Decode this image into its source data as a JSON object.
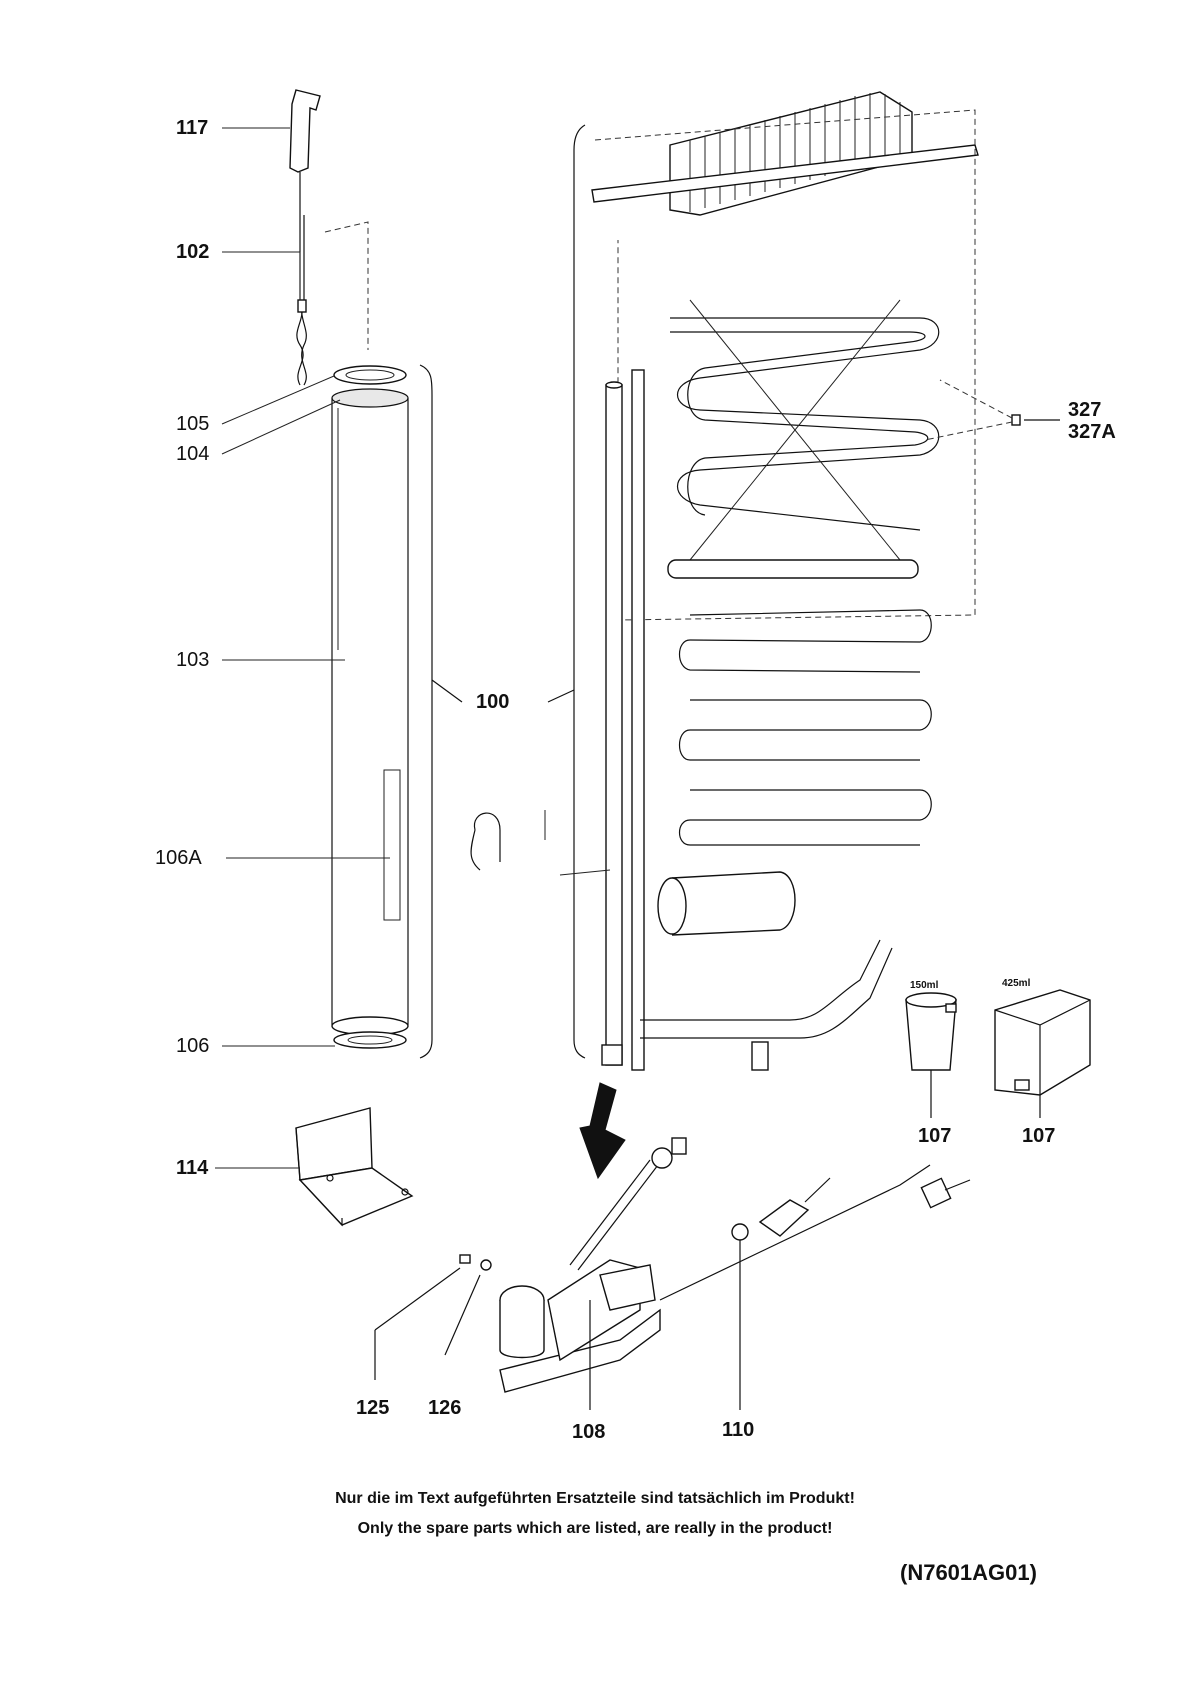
{
  "labels": {
    "p117": "117",
    "p102": "102",
    "p105": "105",
    "p104": "104",
    "p103": "103",
    "p100": "100",
    "p106A": "106A",
    "p106": "106",
    "p114": "114",
    "p327": "327",
    "p327A": "327A",
    "p107a": "107",
    "p107b": "107",
    "p125": "125",
    "p126": "126",
    "p108": "108",
    "p110": "110"
  },
  "captions": {
    "small_container": "150ml",
    "large_container": "425ml"
  },
  "notes": {
    "german": "Nur die im Text aufgeführten Ersatzteile sind tatsächlich im Produkt!",
    "english": "Only the spare parts which are listed, are really in the product!"
  },
  "document_id": "(N7601AG01)"
}
